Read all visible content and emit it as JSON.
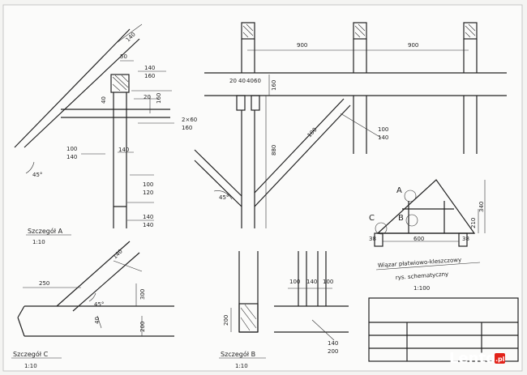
{
  "detail_a": {
    "title": "Szczegół A",
    "scale": "1:10",
    "dims": {
      "d140_top": "140",
      "d50": "50",
      "d140_160_a": "140",
      "d140_160_b": "160",
      "d20": "20",
      "d40": "40",
      "d160": "160",
      "d2x60_a": "2×60",
      "d2x60_b": "160",
      "d100_140_a": "100",
      "d100_140_b": "140",
      "d140_mid": "140",
      "d100_120_a": "100",
      "d120": "120",
      "d140_140_a": "140",
      "d140_140_b": "140",
      "angle": "45°"
    }
  },
  "main_view": {
    "dims": {
      "d900_left": "900",
      "d900_right": "900",
      "d20": "20",
      "d40_a": "40",
      "d40_b": "40",
      "d60": "60",
      "d160": "160",
      "d880": "880",
      "d100_diag": "100",
      "d100_140_a": "100",
      "d100_140_b": "140",
      "angle": "45°"
    }
  },
  "detail_c": {
    "title": "Szczegół C",
    "scale": "1:10",
    "dims": {
      "d250": "250",
      "d140": "140",
      "d300": "300",
      "angle": "45°",
      "d40": "40",
      "d200": "200"
    }
  },
  "detail_b": {
    "title": "Szczegół B",
    "scale": "1:10",
    "dims": {
      "d200": "200",
      "d100_a": "100",
      "d140": "140",
      "d100_b": "100",
      "d140_200_a": "140",
      "d140_200_b": "200"
    }
  },
  "scheme": {
    "labels": {
      "a": "A",
      "b": "B",
      "c": "C"
    },
    "dims": {
      "d210": "210",
      "d340": "340",
      "d38_left": "38",
      "d600": "600",
      "d38_right": "38"
    },
    "caption_1": "Wiązar płatwiowo-kleszczowy",
    "caption_2": "rys. schematyczny",
    "scale": "1:100"
  },
  "watermark": {
    "brand": "Lento",
    "suffix": ".pl",
    "brand_color": "#ffffff",
    "badge_color": "#e2231a"
  }
}
